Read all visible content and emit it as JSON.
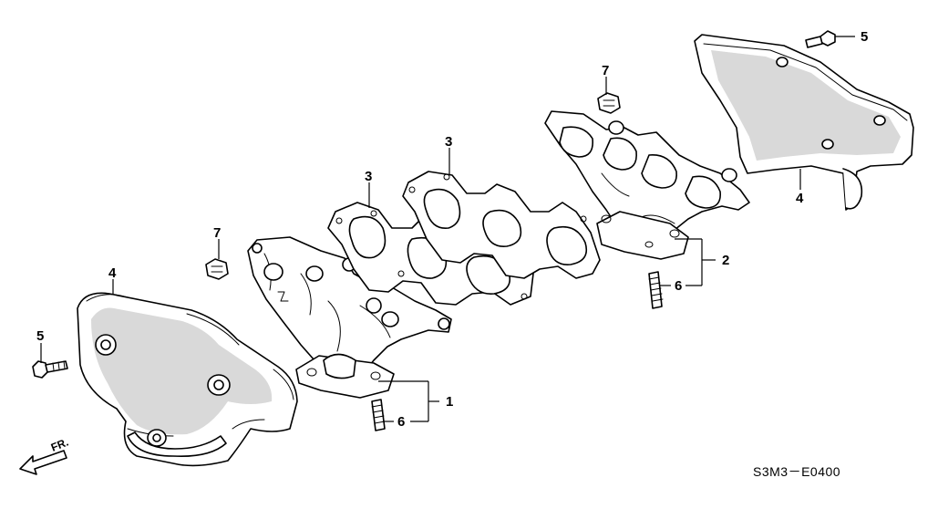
{
  "diagram": {
    "drawing_code": "S3M3－E0400",
    "direction_label": "FR.",
    "callouts": {
      "c1": "1",
      "c2": "2",
      "c3a": "3",
      "c3b": "3",
      "c4a": "4",
      "c4b": "4",
      "c5a": "5",
      "c5b": "5",
      "c6a": "6",
      "c6b": "6",
      "c7a": "7",
      "c7b": "7"
    }
  }
}
